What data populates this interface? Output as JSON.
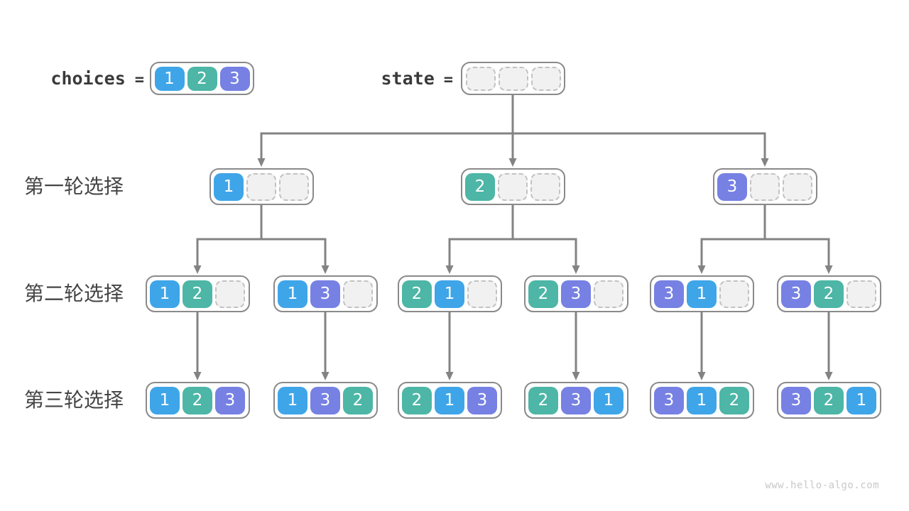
{
  "header": {
    "choices_label": "choices",
    "state_label": "state",
    "equals": "=",
    "choices_values": [
      1,
      2,
      3
    ],
    "state_values": [
      null,
      null,
      null
    ]
  },
  "rounds": [
    {
      "label": "第一轮选择",
      "nodes": [
        [
          1,
          null,
          null
        ],
        [
          2,
          null,
          null
        ],
        [
          3,
          null,
          null
        ]
      ]
    },
    {
      "label": "第二轮选择",
      "nodes": [
        [
          1,
          2,
          null
        ],
        [
          1,
          3,
          null
        ],
        [
          2,
          1,
          null
        ],
        [
          2,
          3,
          null
        ],
        [
          3,
          1,
          null
        ],
        [
          3,
          2,
          null
        ]
      ]
    },
    {
      "label": "第三轮选择",
      "nodes": [
        [
          1,
          2,
          3
        ],
        [
          1,
          3,
          2
        ],
        [
          2,
          1,
          3
        ],
        [
          2,
          3,
          1
        ],
        [
          3,
          1,
          2
        ],
        [
          3,
          2,
          1
        ]
      ]
    }
  ],
  "colors": {
    "cell_1": "#3fa5e9",
    "cell_2": "#4db6a6",
    "cell_3": "#7681e3",
    "empty_cell_bg": "#f1f1f1",
    "empty_cell_border": "#c2c2c2",
    "box_border": "#8a8a8a",
    "arrow": "#838383",
    "label_text": "#454545"
  },
  "watermark": "www.hello-algo.com"
}
